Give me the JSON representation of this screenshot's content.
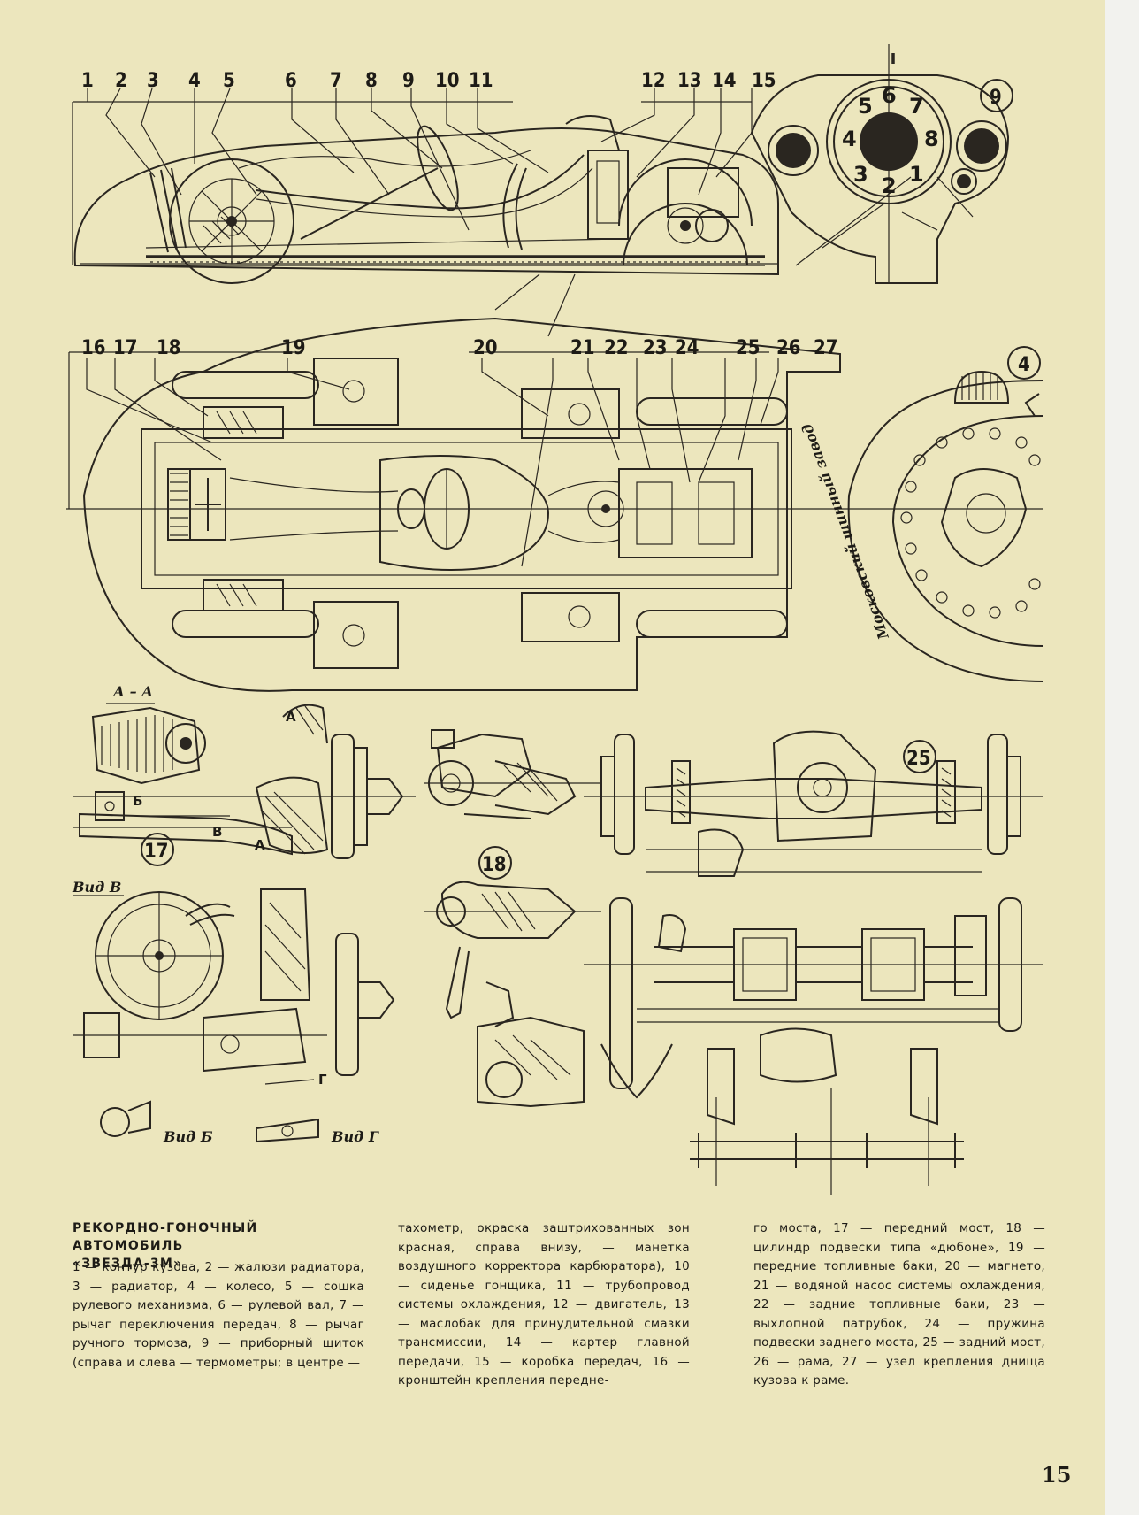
{
  "callouts_top": [
    "1",
    "2",
    "3",
    "4",
    "5",
    "6",
    "7",
    "8",
    "9",
    "10",
    "11",
    "12",
    "13",
    "14",
    "15"
  ],
  "callouts_mid": [
    "16",
    "17",
    "18",
    "19",
    "20",
    "21",
    "22",
    "23",
    "24",
    "25",
    "26",
    "27"
  ],
  "detail_badges": {
    "dashboard": "9",
    "wheel": "4",
    "front_axle": "17",
    "cylinder": "18",
    "rear_axle": "25"
  },
  "dial_numbers": [
    "5",
    "6",
    "7",
    "4",
    "8",
    "3",
    "2",
    "1"
  ],
  "section_labels": {
    "aa": "А – А",
    "b": "Б",
    "v": "В",
    "a1": "А",
    "a2": "А",
    "vid_v": "Вид В",
    "g": "Г",
    "vid_b": "Вид Б",
    "vid_g": "Вид Г"
  },
  "wheel_text": "Московский шинный завод",
  "caption": {
    "title_line1": "РЕКОРДНО-ГОНОЧНЫЙ АВТОМОБИЛЬ",
    "title_line2": "«ЗВЕЗДА-3М»",
    "col1": "1 — контур кузова, 2 — жалюзи радиатора, 3 — радиатор, 4 — колесо, 5 — сошка рулевого механизма, 6 — рулевой вал, 7 — рычаг переключения передач, 8 — рычаг ручного тормоза, 9 — приборный щиток (справа и слева — термометры; в центре —",
    "col2": "тахометр, окраска заштрихованных зон красная, справа внизу, — манетка воздушного корректора карбюратора), 10 — сиденье гонщика, 11 — трубопровод системы охлаждения, 12 — двигатель, 13 — маслобак для принудительной смазки трансмиссии, 14 — картер главной передачи, 15 — коробка передач, 16 — кронштейн крепления передне-",
    "col3": "го моста, 17 — передний мост, 18 — цилиндр подвески типа «дюбоне», 19 — передние топливные баки, 20 — магнето, 21 — водяной насос системы охлаждения, 22 — задние топливные баки, 23 — выхлопной патрубок, 24 — пружина подвески заднего моста, 25 — задний мост, 26 — рама, 27 — узел крепления днища кузова к раме."
  },
  "page_number": "15"
}
